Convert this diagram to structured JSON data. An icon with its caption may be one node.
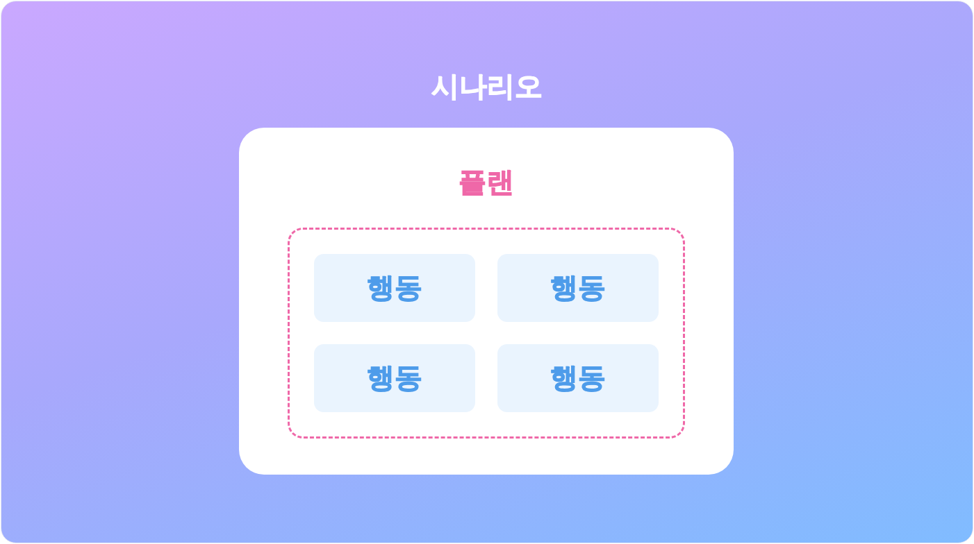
{
  "diagram": {
    "nodes": [
      {
        "text": [
          "시나리오"
        ]
      },
      {
        "text": [
          "플랜"
        ],
        "in": 0
      },
      {
        "text": [],
        "shape": "box",
        "in": 1
      },
      {
        "text": [
          "행동"
        ],
        "in": 2
      },
      {
        "text": [
          "행동"
        ],
        "in": 2
      },
      {
        "text": [
          "행동"
        ],
        "in": 2
      },
      {
        "text": [
          "행동"
        ],
        "in": 2
      }
    ]
  }
}
